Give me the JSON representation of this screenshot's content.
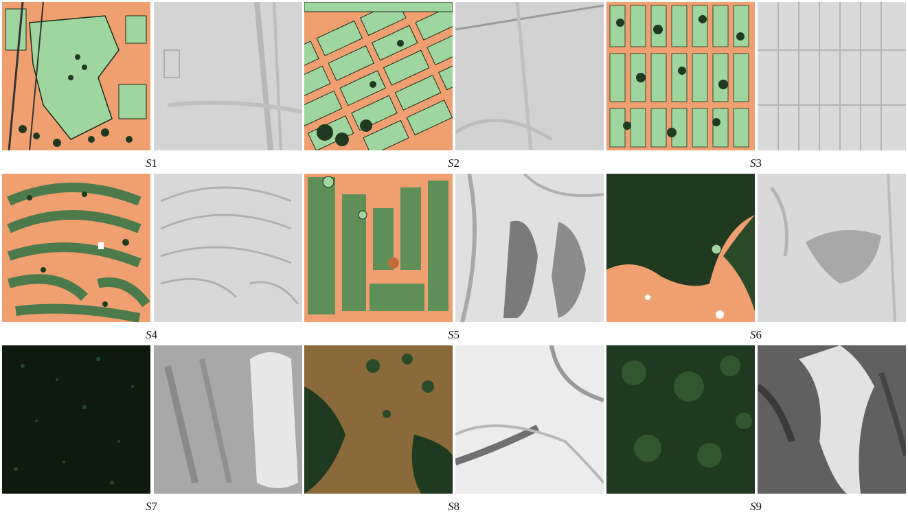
{
  "colors": {
    "bare_earth": "#f0a070",
    "building": "#9fd6a0",
    "building_outline": "#1a2a1a",
    "tree": "#1f3a20",
    "forest_dark": "#0f1a0f",
    "forest_green": "#2f5a30",
    "dem_mid": "#c8c8c8",
    "dem_light": "#ececec",
    "dem_dark": "#606060"
  },
  "samples": [
    {
      "id": "S1",
      "prefix": "S",
      "number": "1",
      "kind": "urban",
      "image_icon": "orthophoto-image",
      "dem_icon": "hillshade-dem-image"
    },
    {
      "id": "S2",
      "prefix": "S",
      "number": "2",
      "kind": "urban-grid",
      "image_icon": "orthophoto-image",
      "dem_icon": "hillshade-dem-image"
    },
    {
      "id": "S3",
      "prefix": "S",
      "number": "3",
      "kind": "suburban-grid",
      "image_icon": "orthophoto-image",
      "dem_icon": "hillshade-dem-image"
    },
    {
      "id": "S4",
      "prefix": "S",
      "number": "4",
      "kind": "suburban-curved",
      "image_icon": "orthophoto-image",
      "dem_icon": "hillshade-dem-image"
    },
    {
      "id": "S5",
      "prefix": "S",
      "number": "5",
      "kind": "hillside-residential",
      "image_icon": "orthophoto-image",
      "dem_icon": "hillshade-dem-image"
    },
    {
      "id": "S6",
      "prefix": "S",
      "number": "6",
      "kind": "woodland",
      "image_icon": "orthophoto-image",
      "dem_icon": "hillshade-dem-image"
    },
    {
      "id": "S7",
      "prefix": "S",
      "number": "7",
      "kind": "dense-forest",
      "image_icon": "orthophoto-image",
      "dem_icon": "hillshade-dem-image"
    },
    {
      "id": "S8",
      "prefix": "S",
      "number": "8",
      "kind": "sparse-forest",
      "image_icon": "orthophoto-image",
      "dem_icon": "hillshade-dem-image"
    },
    {
      "id": "S9",
      "prefix": "S",
      "number": "9",
      "kind": "mountain-forest",
      "image_icon": "orthophoto-image",
      "dem_icon": "hillshade-dem-image"
    }
  ]
}
